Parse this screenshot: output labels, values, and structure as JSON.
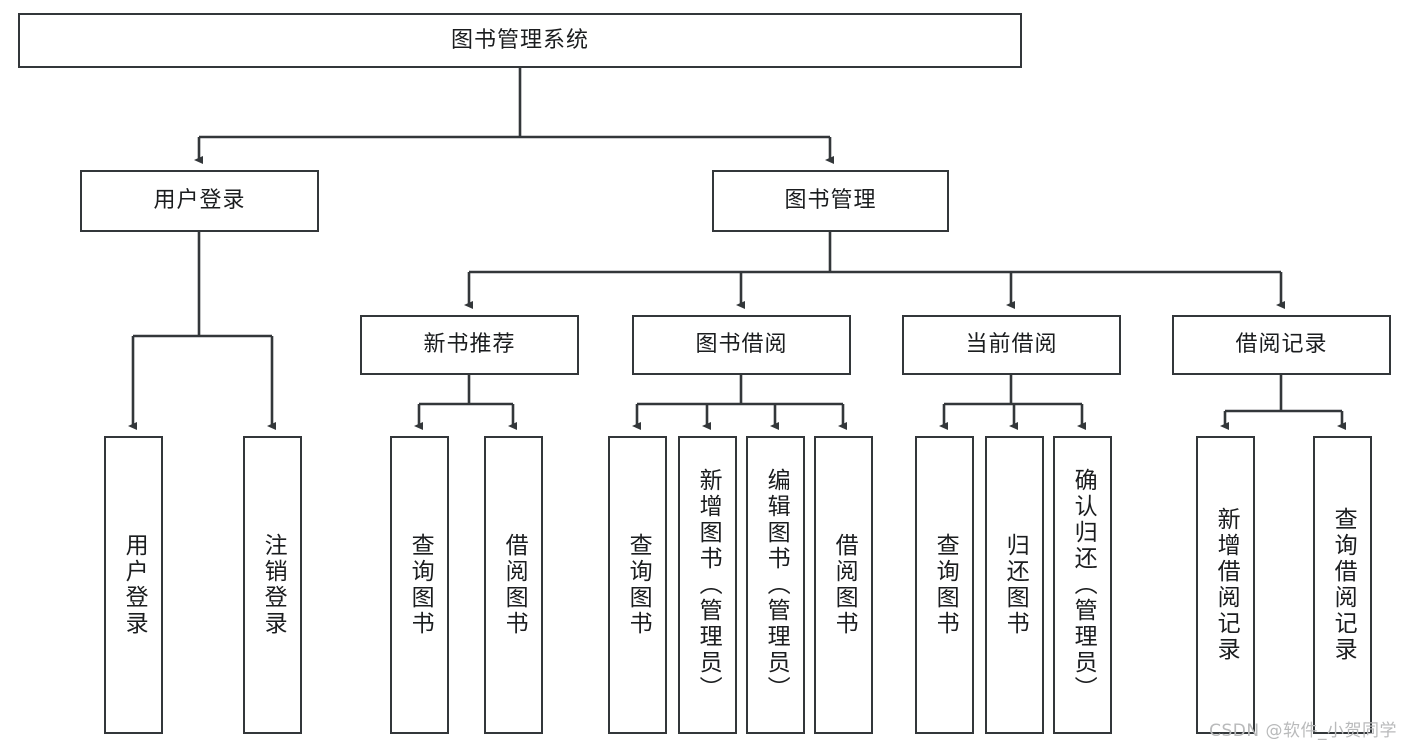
{
  "diagram": {
    "title": "图书管理系统",
    "type": "tree-hierarchy",
    "watermark": "CSDN @软件_小贺同学",
    "colors": {
      "stroke": "#33373a",
      "fill": "#ffffff",
      "text": "#1b1d1f",
      "watermark": "#b9babb"
    },
    "nodes": {
      "root": {
        "label": "图书管理系统"
      },
      "level2": [
        {
          "label": "用户登录"
        },
        {
          "label": "图书管理"
        }
      ],
      "level3": [
        {
          "label": "新书推荐"
        },
        {
          "label": "图书借阅"
        },
        {
          "label": "当前借阅"
        },
        {
          "label": "借阅记录"
        }
      ],
      "leaves": {
        "user_login": [
          {
            "label": "用户登录"
          },
          {
            "label": "注销登录"
          }
        ],
        "new_book_recommend": [
          {
            "label": "查询图书"
          },
          {
            "label": "借阅图书"
          }
        ],
        "book_borrow": [
          {
            "label": "查询图书"
          },
          {
            "label": "新增图书（管理员）"
          },
          {
            "label": "编辑图书（管理员）"
          },
          {
            "label": "借阅图书"
          }
        ],
        "current_borrow": [
          {
            "label": "查询图书"
          },
          {
            "label": "归还图书"
          },
          {
            "label": "确认归还（管理员）"
          }
        ],
        "borrow_record": [
          {
            "label": "新增借阅记录"
          },
          {
            "label": "查询借阅记录"
          }
        ]
      }
    }
  }
}
